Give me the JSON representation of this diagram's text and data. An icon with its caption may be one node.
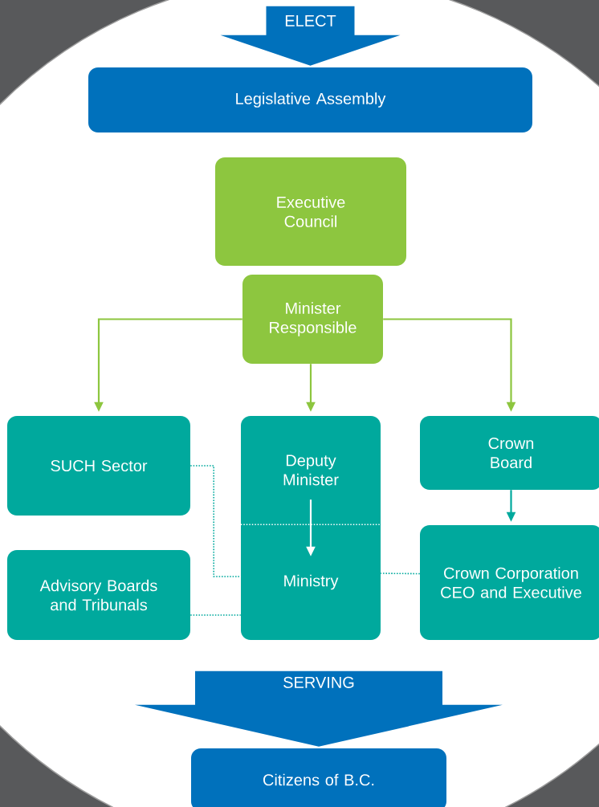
{
  "diagram": {
    "nodes": [
      {
        "text": [
          "Legislative Assembly"
        ]
      },
      {
        "text": [
          "Executive Council"
        ]
      },
      {
        "text": [
          "Minister Responsible"
        ]
      },
      {
        "text": [
          "SUCH Sector"
        ]
      },
      {
        "text": [
          "Deputy Minister"
        ]
      },
      {
        "text": [
          "Crown Board"
        ]
      },
      {
        "text": [
          "Advisory Boards and Tribunals"
        ]
      },
      {
        "text": [
          "Ministry"
        ]
      },
      {
        "text": [
          "Crown Corporation CEO and Executive"
        ]
      },
      {
        "text": [
          "Citizens of B.C."
        ]
      }
    ],
    "edges": [
      {
        "from": null,
        "to": 0,
        "arrow": "to",
        "label": "ELECT",
        "style": "thick",
        "color": "#0071bc"
      },
      {
        "from": 2,
        "to": 3,
        "arrow": "to",
        "color": "#8dc63f"
      },
      {
        "from": 2,
        "to": 4,
        "arrow": "to",
        "color": "#8dc63f"
      },
      {
        "from": 2,
        "to": 5,
        "arrow": "to",
        "color": "#8dc63f"
      },
      {
        "from": 4,
        "to": 7,
        "arrow": "to",
        "color": "#ffffff"
      },
      {
        "from": 5,
        "to": 8,
        "arrow": "to",
        "color": "#00a99d"
      },
      {
        "from": 3,
        "to": 7,
        "arrow": "none",
        "style": "dashed",
        "color": "#00a99d"
      },
      {
        "from": 6,
        "to": 7,
        "arrow": "none",
        "style": "dashed",
        "color": "#00a99d"
      },
      {
        "from": 8,
        "to": 7,
        "arrow": "none",
        "style": "dashed",
        "color": "#00a99d"
      },
      {
        "from": null,
        "to": 9,
        "arrow": "to",
        "label": "SERVING",
        "style": "thick",
        "color": "#0071bc"
      }
    ]
  }
}
